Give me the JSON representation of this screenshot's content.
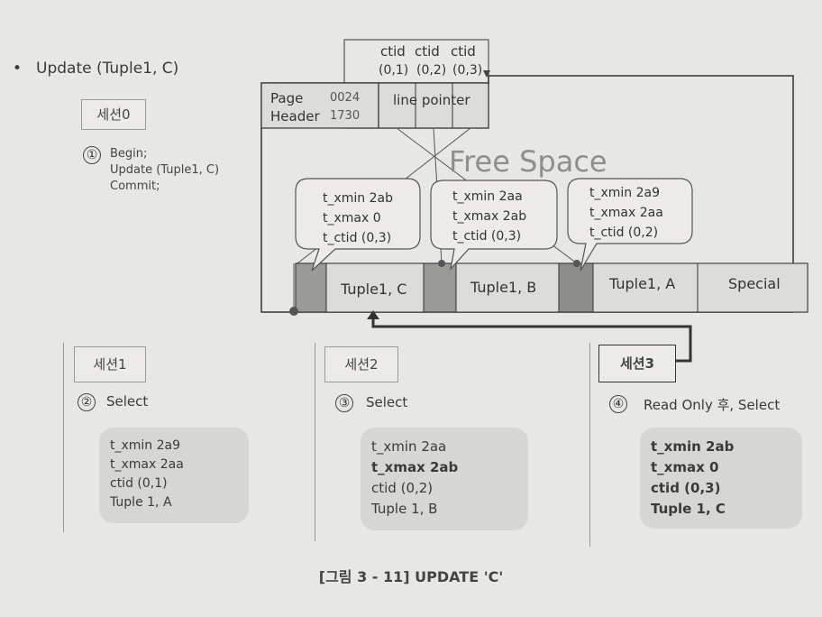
{
  "update": {
    "bullet": "•",
    "title": "Update (Tuple1, C)"
  },
  "session0": {
    "label": "세션0",
    "step_number": "①",
    "lines": [
      "Begin;",
      "Update (Tuple1, C)",
      "Commit;"
    ]
  },
  "page": {
    "header_line1": "Page",
    "header_line2": "Header",
    "header_val1": "0024",
    "header_val2": "1730",
    "line_pointer": "line pointer",
    "free_space": "Free Space",
    "ctid_labels": [
      "ctid",
      "ctid",
      "ctid"
    ],
    "ctid_values": [
      "(0,1)",
      "(0,2)",
      "(0,3)"
    ],
    "tuples": [
      "Tuple1, C",
      "Tuple1, B",
      "Tuple1, A",
      "Special"
    ],
    "bubbles": [
      [
        "t_xmin 2ab",
        "t_xmax 0",
        "t_ctid (0,3)"
      ],
      [
        "t_xmin 2aa",
        "t_xmax 2ab",
        "t_ctid (0,3)"
      ],
      [
        "t_xmin 2a9",
        "t_xmax 2aa",
        "t_ctid (0,2)"
      ]
    ]
  },
  "sessions": [
    {
      "label": "세션1",
      "step_number": "②",
      "step_text": "Select",
      "results": [
        "t_xmin 2a9",
        "t_xmax 2aa",
        "ctid (0,1)",
        "Tuple 1, A"
      ]
    },
    {
      "label": "세션2",
      "step_number": "③",
      "step_text": "Select",
      "results": [
        "t_xmin 2aa",
        "t_xmax 2ab",
        "ctid (0,2)",
        "Tuple 1, B"
      ]
    },
    {
      "label": "세션3",
      "step_number": "④",
      "step_text": "Read Only 후, Select",
      "results": [
        "t_xmin 2ab",
        "t_xmax 0",
        "ctid (0,3)",
        "Tuple 1, C"
      ]
    }
  ],
  "caption": "[그림 3 - 11] UPDATE 'C'"
}
